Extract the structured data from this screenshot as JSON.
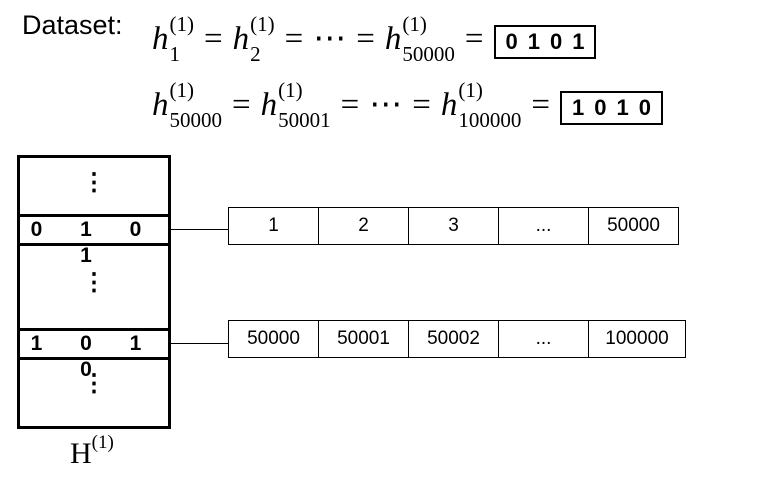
{
  "dataset": {
    "label": "Dataset:",
    "equation1": {
      "terms": [
        {
          "base": "h",
          "sup": "(1)",
          "sub": "1"
        },
        {
          "base": "h",
          "sup": "(1)",
          "sub": "2"
        },
        {
          "base": "h",
          "sup": "(1)",
          "sub": "50000"
        }
      ],
      "ellipsis": "⋯",
      "equals": "=",
      "code": "0101"
    },
    "equation2": {
      "terms": [
        {
          "base": "h",
          "sup": "(1)",
          "sub": "50000"
        },
        {
          "base": "h",
          "sup": "(1)",
          "sub": "50001"
        },
        {
          "base": "h",
          "sup": "(1)",
          "sub": "100000"
        }
      ],
      "ellipsis": "⋯",
      "equals": "=",
      "code": "1010"
    }
  },
  "table": {
    "dots": "⋮",
    "row_codes": [
      "0 1 0 1",
      "1 0 1 0"
    ],
    "label": "H",
    "label_sup": "(1)"
  },
  "lists": [
    [
      "1",
      "2",
      "3",
      "...",
      "50000"
    ],
    [
      "50000",
      "50001",
      "50002",
      "...",
      "100000"
    ]
  ]
}
